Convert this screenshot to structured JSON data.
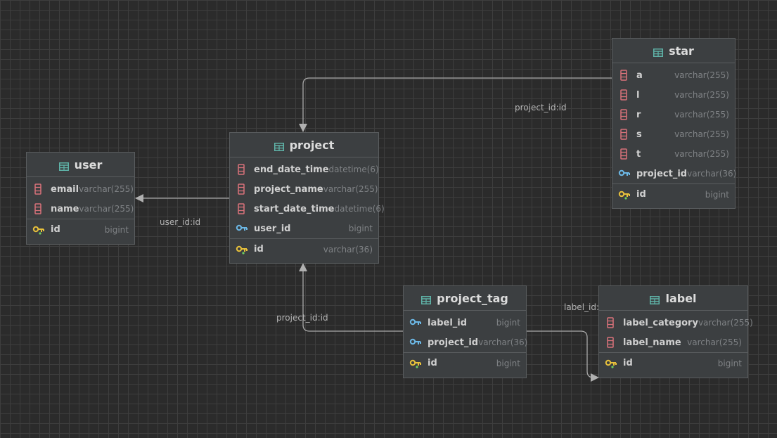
{
  "colors": {
    "background": "#2b2b2b",
    "grid": "#3e3e3e",
    "table_fill": "#3c3f41",
    "column_icon": "#d9727a",
    "foreign_key_icon": "#6cb8e6",
    "primary_key_icon": "#e8c13b",
    "table_icon": "#5fb3a8",
    "connector": "#a9a9a9"
  },
  "tables": {
    "user": {
      "title": "user",
      "columns": [
        {
          "name": "email",
          "type": "varchar(255)",
          "icon": "column-icon"
        },
        {
          "name": "name",
          "type": "varchar(255)",
          "icon": "column-icon"
        }
      ],
      "pk": {
        "name": "id",
        "type": "bigint",
        "icon": "primary-key-icon"
      }
    },
    "project": {
      "title": "project",
      "columns": [
        {
          "name": "end_date_time",
          "type": "datetime(6)",
          "icon": "column-icon"
        },
        {
          "name": "project_name",
          "type": "varchar(255)",
          "icon": "column-icon"
        },
        {
          "name": "start_date_time",
          "type": "datetime(6)",
          "icon": "column-icon"
        },
        {
          "name": "user_id",
          "type": "bigint",
          "icon": "foreign-key-icon"
        }
      ],
      "pk": {
        "name": "id",
        "type": "varchar(36)",
        "icon": "primary-key-icon"
      }
    },
    "star": {
      "title": "star",
      "columns": [
        {
          "name": "a",
          "type": "varchar(255)",
          "icon": "column-icon"
        },
        {
          "name": "l",
          "type": "varchar(255)",
          "icon": "column-icon"
        },
        {
          "name": "r",
          "type": "varchar(255)",
          "icon": "column-icon"
        },
        {
          "name": "s",
          "type": "varchar(255)",
          "icon": "column-icon"
        },
        {
          "name": "t",
          "type": "varchar(255)",
          "icon": "column-icon"
        },
        {
          "name": "project_id",
          "type": "varchar(36)",
          "icon": "foreign-key-icon"
        }
      ],
      "pk": {
        "name": "id",
        "type": "bigint",
        "icon": "primary-key-icon"
      }
    },
    "project_tag": {
      "title": "project_tag",
      "columns": [
        {
          "name": "label_id",
          "type": "bigint",
          "icon": "foreign-key-icon"
        },
        {
          "name": "project_id",
          "type": "varchar(36)",
          "icon": "foreign-key-icon"
        }
      ],
      "pk": {
        "name": "id",
        "type": "bigint",
        "icon": "primary-key-icon"
      }
    },
    "label": {
      "title": "label",
      "columns": [
        {
          "name": "label_category",
          "type": "varchar(255)",
          "icon": "column-icon"
        },
        {
          "name": "label_name",
          "type": "varchar(255)",
          "icon": "column-icon"
        }
      ],
      "pk": {
        "name": "id",
        "type": "bigint",
        "icon": "primary-key-icon"
      }
    }
  },
  "relations": {
    "project_user": "user_id:id",
    "star_project": "project_id:id",
    "project_tag_project": "project_id:id",
    "project_tag_label": "label_id:id"
  }
}
